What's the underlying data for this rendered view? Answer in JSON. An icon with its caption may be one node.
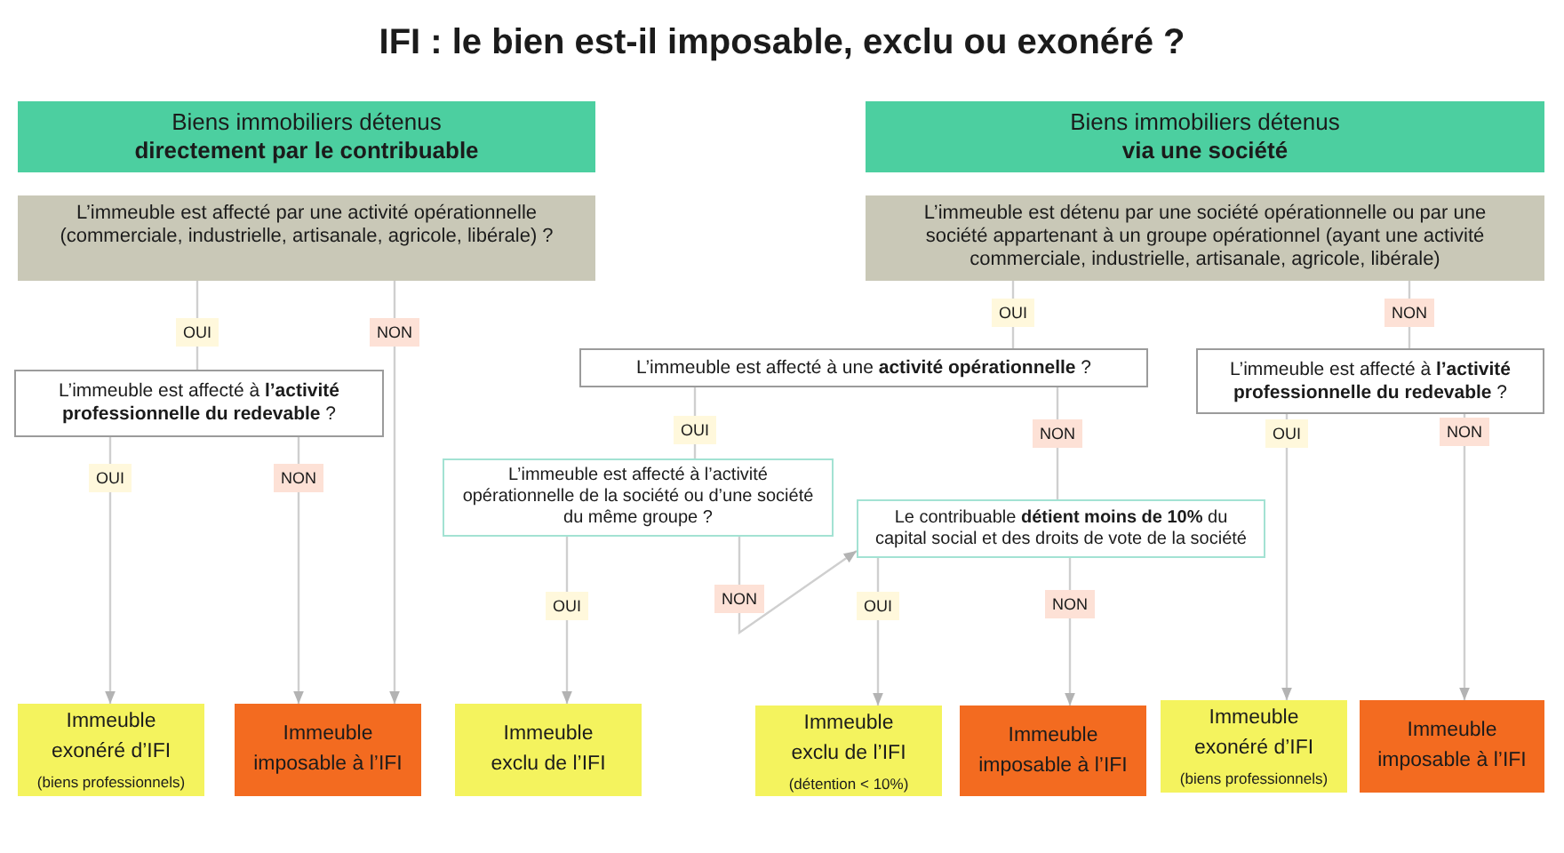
{
  "diagram": {
    "title": "IFI : le bien est-il imposable, exclu ou exonéré ?",
    "nodes": [
      {
        "text": [
          "Biens immobiliers détenus **directement par le contribuable**"
        ]
      },
      {
        "text": [
          "L’immeuble est affecté par une activité opérationnelle (commerciale, industrielle, artisanale, agricole, libérale) ?"
        ]
      },
      {
        "text": [
          "L’immeuble est affecté à **l’activité professionnelle du redevable** ?"
        ]
      },
      {
        "text": [
          "Biens immobiliers détenus **via une société**"
        ]
      },
      {
        "text": [
          "L’immeuble est détenu par une société opérationnelle ou par une société appartenant à un groupe opérationnel (ayant une activité commerciale, industrielle, artisanale, agricole, libérale)"
        ]
      },
      {
        "text": [
          "L’immeuble est affecté à une **activité opérationnelle** ?"
        ]
      },
      {
        "text": [
          "L’immeuble est affecté à **l’activité professionnelle du redevable** ?"
        ]
      },
      {
        "text": [
          "L’immeuble est affecté à l’activité opérationnelle de la société ou d’une société du même groupe ?"
        ]
      },
      {
        "text": [
          "Le contribuable **détient moins de 10%** du capital social et des droits de vote de la société"
        ]
      },
      {
        "text": [
          "Immeuble exonéré d’IFI",
          "(biens professionnels)"
        ]
      },
      {
        "text": [
          "Immeuble imposable à l’IFI"
        ]
      },
      {
        "text": [
          "Immeuble exclu de l’IFI"
        ]
      },
      {
        "text": [
          "Immeuble exclu de l’IFI",
          "(détention < 10%)"
        ]
      },
      {
        "text": [
          "Immeuble imposable à l’IFI"
        ]
      },
      {
        "text": [
          "Immeuble exonéré d’IFI",
          "(biens professionnels)"
        ]
      },
      {
        "text": [
          "Immeuble imposable à l’IFI"
        ]
      }
    ],
    "edges": [
      {
        "from": 1,
        "to": 2,
        "arrow": "none",
        "label": "OUI"
      },
      {
        "from": 1,
        "to": 10,
        "arrow": "to",
        "label": "NON"
      },
      {
        "from": 2,
        "to": 9,
        "arrow": "to",
        "label": "OUI"
      },
      {
        "from": 2,
        "to": 10,
        "arrow": "to",
        "label": "NON"
      },
      {
        "from": 4,
        "to": 5,
        "arrow": "none",
        "label": "OUI"
      },
      {
        "from": 4,
        "to": 6,
        "arrow": "none",
        "label": "NON"
      },
      {
        "from": 5,
        "to": 7,
        "arrow": "none",
        "label": "OUI"
      },
      {
        "from": 5,
        "to": 8,
        "arrow": "none",
        "label": "NON"
      },
      {
        "from": 7,
        "to": 11,
        "arrow": "to",
        "label": "OUI"
      },
      {
        "from": 7,
        "to": 8,
        "arrow": "to",
        "label": "NON"
      },
      {
        "from": 8,
        "to": 12,
        "arrow": "to",
        "label": "OUI"
      },
      {
        "from": 8,
        "to": 13,
        "arrow": "to",
        "label": "NON"
      },
      {
        "from": 6,
        "to": 14,
        "arrow": "to",
        "label": "OUI"
      },
      {
        "from": 6,
        "to": 15,
        "arrow": "to",
        "label": "NON"
      }
    ]
  }
}
